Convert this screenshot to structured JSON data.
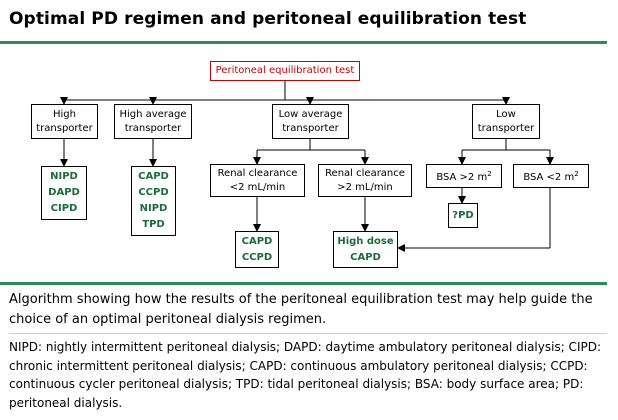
{
  "title": "Optimal PD regimen and peritoneal equilibration test",
  "root": "Peritoneal equilibration test",
  "transporters": [
    {
      "label": "High\ntransporter"
    },
    {
      "label": "High average\ntransporter"
    },
    {
      "label": "Low average\ntransporter"
    },
    {
      "label": "Low\ntransporter"
    }
  ],
  "high_regimens": [
    "NIPD",
    "DAPD",
    "CIPD"
  ],
  "high_avg_regimens": [
    "CAPD",
    "CCPD",
    "NIPD",
    "TPD"
  ],
  "renal": [
    {
      "label": "Renal clearance\n<2 mL/min"
    },
    {
      "label": "Renal clearance\n>2 mL/min"
    }
  ],
  "bsa": [
    {
      "label": "BSA >2 m",
      "sup": "2"
    },
    {
      "label": "BSA <2 m",
      "sup": "2"
    }
  ],
  "renal_low_regimens": [
    "CAPD",
    "CCPD"
  ],
  "high_dose": [
    "High dose",
    "CAPD"
  ],
  "unknown_pd": "?PD",
  "caption": "Algorithm showing how the results of the peritoneal equilibration test may help guide the choice of an optimal peritoneal dialysis regimen.",
  "abbreviations": "NIPD: nightly intermittent peritoneal dialysis; DAPD: daytime ambulatory peritoneal dialysis; CIPD: chronic intermittent peritoneal dialysis; CAPD: continuous ambulatory peritoneal dialysis; CCPD: continuous cycler peritoneal dialysis; TPD: tidal peritoneal dialysis; BSA: body surface area; PD: peritoneal dialysis.",
  "colors": {
    "accent_rule": "#2e8b57",
    "root_text": "#cc0000",
    "regimen_text": "#1e6b3a"
  }
}
